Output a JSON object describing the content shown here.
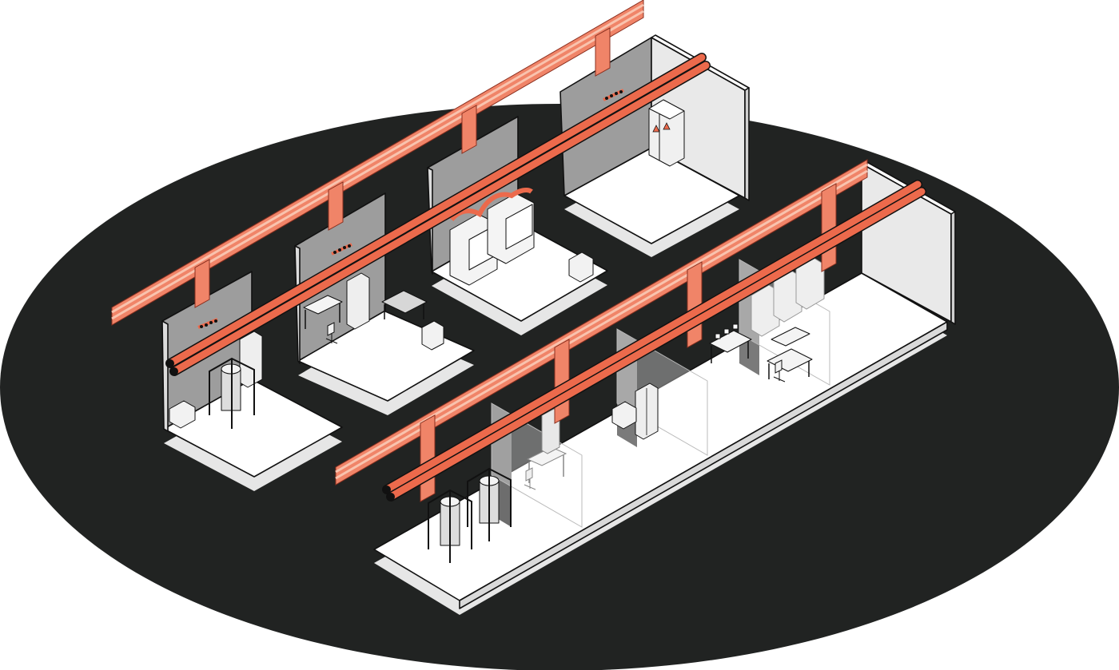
{
  "scene": {
    "description_visible_text": [],
    "colors": {
      "ground": "#212322",
      "floor": "#ffffff",
      "slab_edge": "#d9d9d9",
      "wall_dark": "#9d9d9d",
      "wall_light": "#e9e9e9",
      "pipe": "#ec6a4c",
      "tray": "#f08468",
      "tray_stripe": "#f9c3ae",
      "equipment": "#f2f2f2"
    },
    "icons": [
      "pipe-rack",
      "process-pipe",
      "electrical-cabinet",
      "fume-hood",
      "lab-bench",
      "lab-chair",
      "storage-tank",
      "control-panel",
      "walk-in-chamber"
    ]
  }
}
